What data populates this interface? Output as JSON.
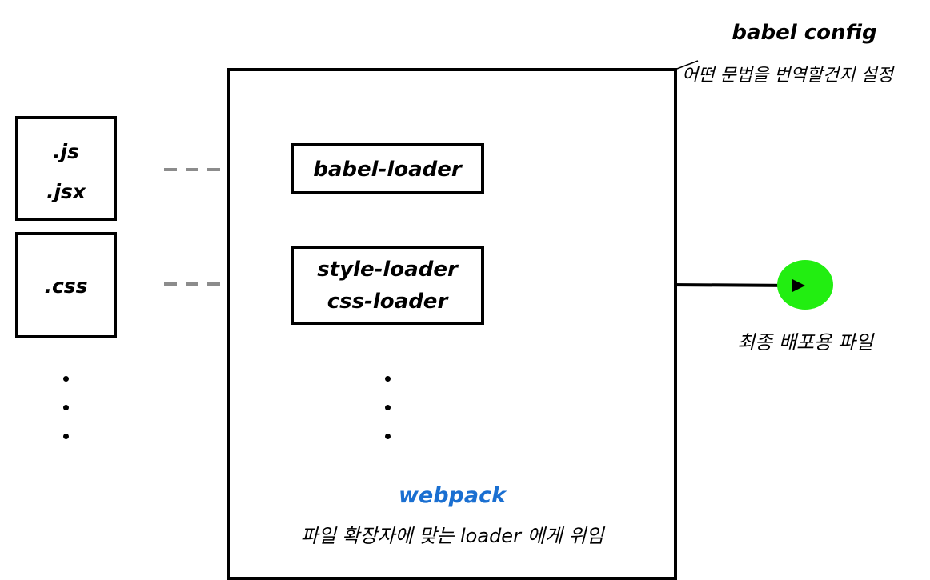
{
  "inputs": {
    "js_box": {
      "line1": ".js",
      "line2": ".jsx"
    },
    "css_box": {
      "label": ".css"
    }
  },
  "loaders": {
    "babel": {
      "label": "babel-loader"
    },
    "style_css": {
      "line1": "style-loader",
      "line2": "css-loader"
    }
  },
  "webpack": {
    "title": "webpack",
    "caption": "파일 확장자에 맞는 loader 에게 위임"
  },
  "babel_config": {
    "title": "babel config",
    "caption": "어떤 문법을 번역할건지 설정"
  },
  "output": {
    "caption": "최종 배포용 파일",
    "color": "#22ee11"
  },
  "colors": {
    "webpack_title": "#1a6fd1",
    "dashed_arrow": "#8c8c8c",
    "stroke": "#000000"
  }
}
